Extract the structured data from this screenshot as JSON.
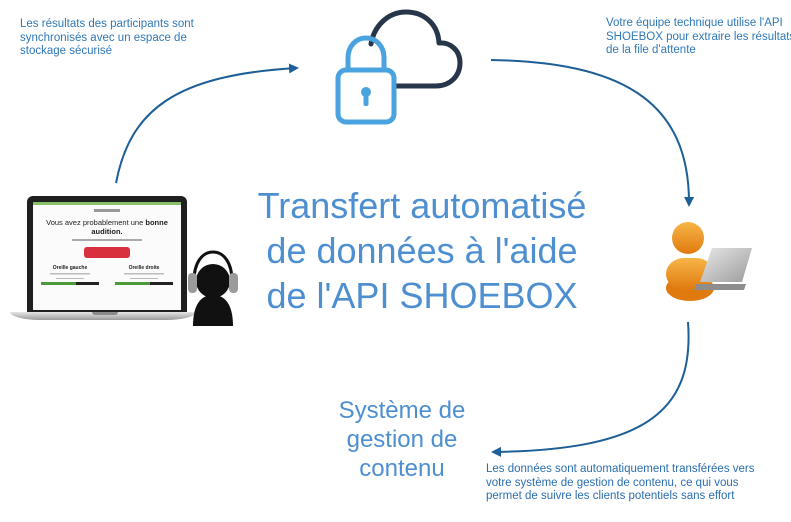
{
  "captions": {
    "top_left": "Les résultats des participants sont synchronisés avec un espace de stockage sécurisé",
    "top_right": "Votre équipe technique utilise l'API SHOEBOX pour extraire les résultats de la file d'attente",
    "bottom": "Les données sont automatiquement transférées vers votre système de gestion de contenu, ce qui vous permet de suivre les clients potentiels sans effort"
  },
  "title": {
    "line1": "Transfert automatisé",
    "line2": "de données à l'aide",
    "line3": "de l'API SHOEBOX"
  },
  "target": {
    "line1": "Système de",
    "line2": "gestion de",
    "line3": "contenu"
  },
  "laptop_screen": {
    "headline_part1": "Vous avez probablement une ",
    "headline_bold": "bonne audition.",
    "left_col_title": "Oreille gauche",
    "right_col_title": "Oreille droite"
  },
  "colors": {
    "arrow": "#1d5f96",
    "title_blue": "#4d8fd0",
    "cloud_lock_blue": "#4aa3df",
    "person_orange": "#f29a1f"
  },
  "icons": [
    "cloud-icon",
    "lock-icon",
    "laptop-icon",
    "headphones-person-icon",
    "support-person-icon"
  ]
}
